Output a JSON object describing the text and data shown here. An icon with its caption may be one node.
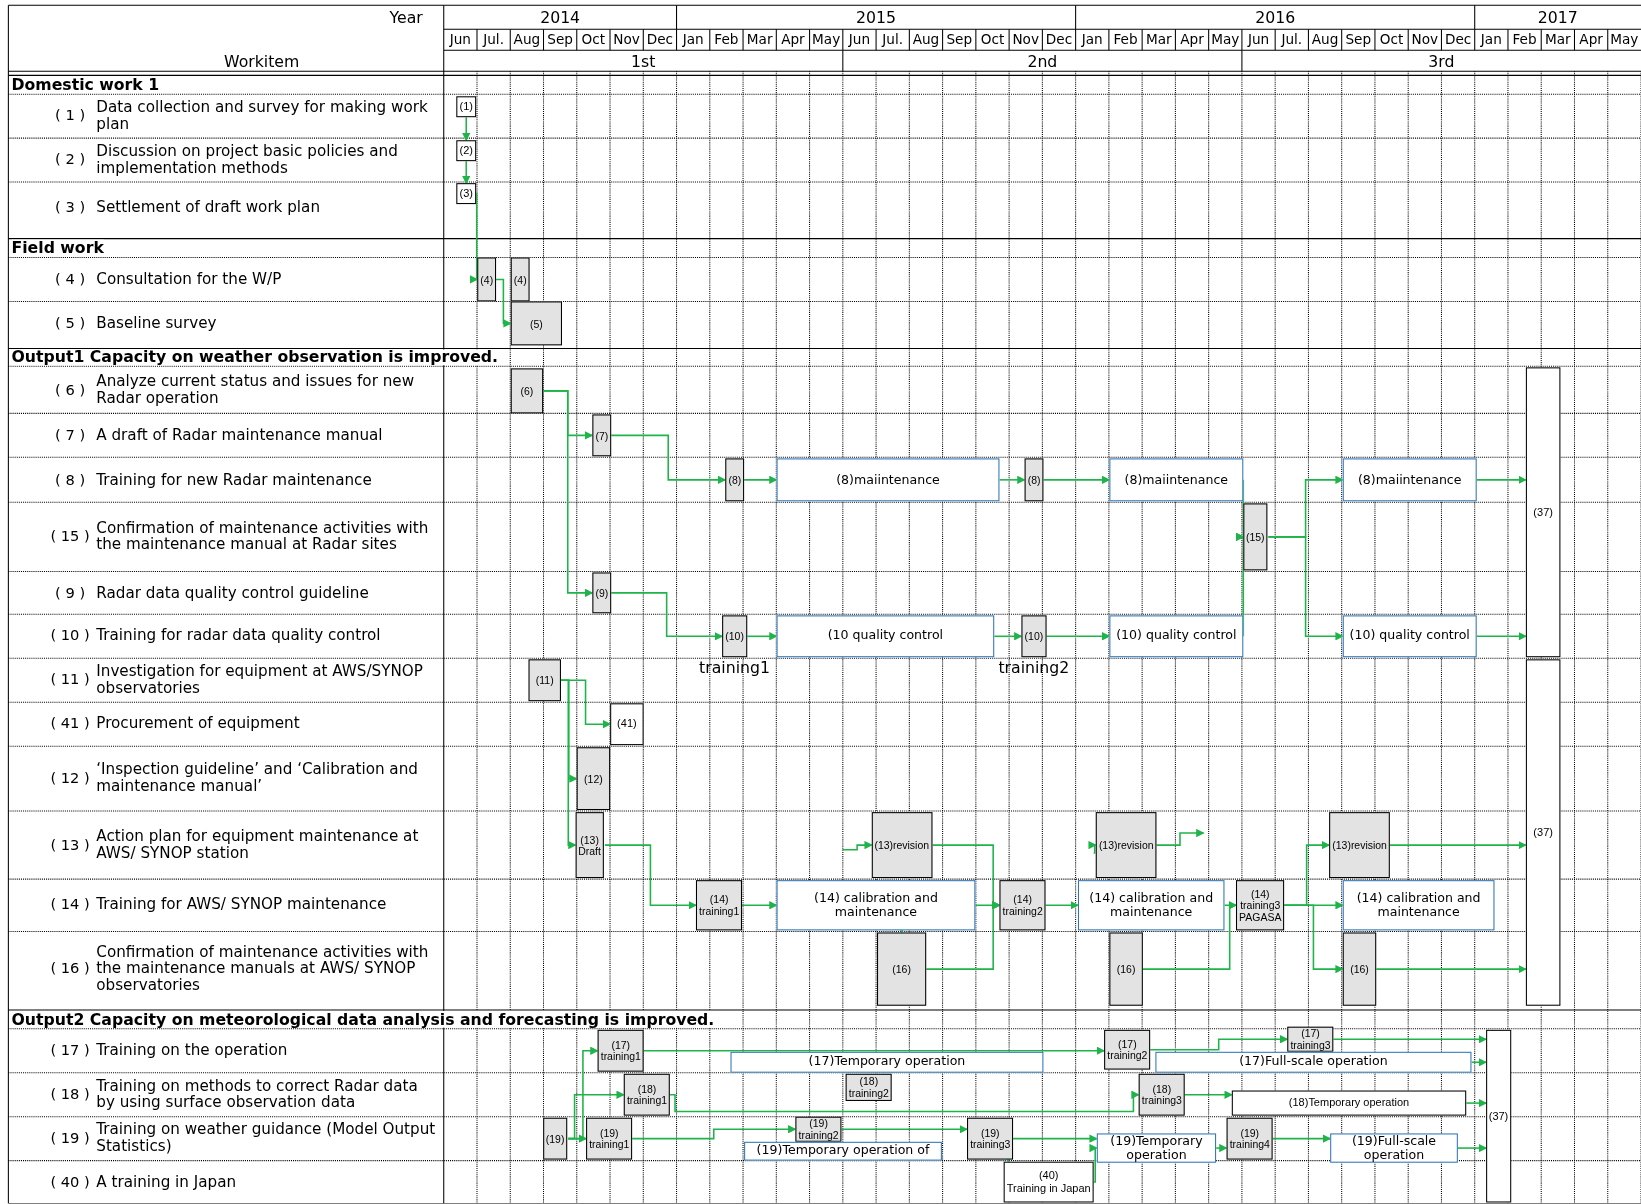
{
  "diagram": {
    "nodes": [
      {
        "text": [
          "(1)"
        ]
      },
      {
        "text": [
          "(2)"
        ]
      },
      {
        "text": [
          "(3)"
        ]
      },
      {
        "text": [
          "(4)"
        ]
      },
      {
        "text": [
          "(4)"
        ]
      },
      {
        "text": [
          "(5)"
        ]
      },
      {
        "text": [
          "(6)"
        ]
      },
      {
        "text": [
          "(7)"
        ]
      },
      {
        "text": [
          "(8)"
        ]
      },
      {
        "text": [
          "(8)maiintenance"
        ]
      },
      {
        "text": [
          "(8)"
        ]
      },
      {
        "text": [
          "(8)maiintenance"
        ]
      },
      {
        "text": [
          "(8)maiintenance"
        ]
      },
      {
        "text": [
          "(15)"
        ]
      },
      {
        "text": [
          "(9)"
        ]
      },
      {
        "text": [
          "(10)"
        ],
        "beside": [
          "training1"
        ]
      },
      {
        "text": [
          "(10 quality control"
        ]
      },
      {
        "text": [
          "(10)"
        ],
        "beside": [
          "training2"
        ]
      },
      {
        "text": [
          "(10) quality control"
        ]
      },
      {
        "text": [
          "(10) quality control"
        ]
      },
      {
        "text": [
          "(37)"
        ]
      },
      {
        "text": [
          "(37)"
        ]
      },
      {
        "text": [
          "(11)"
        ]
      },
      {
        "text": [
          "(41)"
        ]
      },
      {
        "text": [
          "(12)"
        ]
      },
      {
        "text": [
          "(13)",
          "Draft"
        ]
      },
      {
        "text": [
          "(13)revision"
        ]
      },
      {
        "text": [
          "(13)revision"
        ]
      },
      {
        "text": [
          "(13)revision"
        ]
      },
      {
        "text": [
          "(14)",
          "training1"
        ]
      },
      {
        "text": [
          "(14) calibration and maintenance"
        ]
      },
      {
        "text": [
          "(14)",
          "training2"
        ]
      },
      {
        "text": [
          "(14) calibration and maintenance"
        ]
      },
      {
        "text": [
          "(14)",
          "training3",
          "PAGASA"
        ]
      },
      {
        "text": [
          "(14) calibration and maintenance"
        ]
      },
      {
        "text": [
          "(16)"
        ]
      },
      {
        "text": [
          "(16)"
        ]
      },
      {
        "text": [
          "(16)"
        ]
      },
      {
        "text": [
          "(17)",
          "training1"
        ]
      },
      {
        "text": [
          "(17)Temporary operation"
        ]
      },
      {
        "text": [
          "(17)",
          "training2"
        ]
      },
      {
        "text": [
          "(17)",
          "training3"
        ]
      },
      {
        "text": [
          "(17)Full-scale operation"
        ]
      },
      {
        "text": [
          "(18)",
          "training1"
        ]
      },
      {
        "text": [
          "(18)",
          "training2"
        ]
      },
      {
        "text": [
          "(18)",
          "training3"
        ]
      },
      {
        "text": [
          "(18)Temporary operation"
        ]
      },
      {
        "text": [
          "(19)"
        ]
      },
      {
        "text": [
          "(19)",
          "training1"
        ]
      },
      {
        "text": [
          "(19)",
          "training2"
        ]
      },
      {
        "text": [
          "(19)Temporary operation of"
        ]
      },
      {
        "text": [
          "(19)",
          "training3"
        ]
      },
      {
        "text": [
          "(40)",
          "Training in Japan"
        ]
      },
      {
        "text": [
          "(19)Temporary operation"
        ]
      },
      {
        "text": [
          "(19)",
          "training4"
        ]
      },
      {
        "text": [
          "(19)Full-scale operation"
        ]
      },
      {
        "text": [
          "(37)"
        ]
      }
    ],
    "edges": [
      {
        "from": 0,
        "to": 1,
        "arrow": "to"
      },
      {
        "from": 1,
        "to": 2,
        "arrow": "to"
      },
      {
        "from": 2,
        "to": 3,
        "arrow": "to"
      },
      {
        "from": 3,
        "to": 5,
        "arrow": "to"
      },
      {
        "from": 6,
        "to": 7,
        "arrow": "to"
      },
      {
        "from": 6,
        "to": 14,
        "arrow": "to"
      },
      {
        "from": 7,
        "to": 8,
        "arrow": "to"
      },
      {
        "from": 8,
        "to": 9,
        "arrow": "to"
      },
      {
        "from": 9,
        "to": 10,
        "arrow": "to"
      },
      {
        "from": 10,
        "to": 11,
        "arrow": "to"
      },
      {
        "from": 11,
        "to": 13,
        "arrow": "to"
      },
      {
        "from": 18,
        "to": 13,
        "arrow": "to"
      },
      {
        "from": 13,
        "to": 12,
        "arrow": "to"
      },
      {
        "from": 13,
        "to": 19,
        "arrow": "to"
      },
      {
        "from": 12,
        "to": 20,
        "arrow": "to"
      },
      {
        "from": 14,
        "to": 15,
        "arrow": "to"
      },
      {
        "from": 15,
        "to": 16,
        "arrow": "to"
      },
      {
        "from": 16,
        "to": 17,
        "arrow": "to"
      },
      {
        "from": 17,
        "to": 18,
        "arrow": "to"
      },
      {
        "from": 19,
        "to": 20,
        "arrow": "to"
      },
      {
        "from": 22,
        "to": 23,
        "arrow": "to"
      },
      {
        "from": 22,
        "to": 24,
        "arrow": "to"
      },
      {
        "from": 22,
        "to": 25,
        "arrow": "to"
      },
      {
        "from": 25,
        "to": 29,
        "arrow": "to"
      },
      {
        "from": 29,
        "to": 30,
        "arrow": "to"
      },
      {
        "from": 30,
        "to": 35,
        "arrow": "to"
      },
      {
        "from": null,
        "to": 26,
        "arrow": "to"
      },
      {
        "from": 26,
        "to": 31,
        "arrow": "to"
      },
      {
        "from": 35,
        "to": 31,
        "arrow": "to"
      },
      {
        "from": 30,
        "to": 31,
        "arrow": "to"
      },
      {
        "from": 31,
        "to": 32,
        "arrow": "to"
      },
      {
        "from": null,
        "to": 27,
        "arrow": "to"
      },
      {
        "from": 27,
        "to": null,
        "arrow": "to"
      },
      {
        "from": 36,
        "to": 33,
        "arrow": "to"
      },
      {
        "from": 32,
        "to": 33,
        "arrow": "to"
      },
      {
        "from": 33,
        "to": 28,
        "arrow": "to"
      },
      {
        "from": 33,
        "to": 34,
        "arrow": "to"
      },
      {
        "from": 33,
        "to": 37,
        "arrow": "to"
      },
      {
        "from": 28,
        "to": 21,
        "arrow": "to"
      },
      {
        "from": 37,
        "to": 21,
        "arrow": "to"
      },
      {
        "from": 47,
        "to": 38,
        "arrow": "to"
      },
      {
        "from": 47,
        "to": 43,
        "arrow": "to"
      },
      {
        "from": 47,
        "to": 48,
        "arrow": "to"
      },
      {
        "from": 38,
        "to": 40,
        "arrow": "to"
      },
      {
        "from": 40,
        "to": 41,
        "arrow": "to"
      },
      {
        "from": 41,
        "to": 56,
        "arrow": "to"
      },
      {
        "from": 42,
        "to": 56,
        "arrow": "to"
      },
      {
        "from": 43,
        "to": 45,
        "arrow": "to"
      },
      {
        "from": 45,
        "to": 46,
        "arrow": "to"
      },
      {
        "from": 46,
        "to": 56,
        "arrow": "to"
      },
      {
        "from": 48,
        "to": 49,
        "arrow": "to"
      },
      {
        "from": 49,
        "to": 51,
        "arrow": "to"
      },
      {
        "from": 51,
        "to": 52,
        "arrow": "to"
      },
      {
        "from": 51,
        "to": 53,
        "arrow": "to"
      },
      {
        "from": 52,
        "to": 53,
        "arrow": "to"
      },
      {
        "from": 53,
        "to": 54,
        "arrow": "to"
      },
      {
        "from": 54,
        "to": 55,
        "arrow": "to"
      },
      {
        "from": 55,
        "to": 56,
        "arrow": "to"
      }
    ],
    "labels": [
      "Year",
      "2014",
      "2015",
      "2016",
      "2017",
      "Jun",
      "Jul.",
      "Aug",
      "Sep",
      "Oct",
      "Nov",
      "Dec",
      "Jan",
      "Feb",
      "Mar",
      "Apr",
      "May",
      "Jun",
      "Jul.",
      "Aug",
      "Sep",
      "Oct",
      "Nov",
      "Dec",
      "Jan",
      "Feb",
      "Mar",
      "Apr",
      "May",
      "Jun",
      "Jul.",
      "Aug",
      "Sep",
      "Oct",
      "Nov",
      "Dec",
      "Jan",
      "Feb",
      "Mar",
      "Apr",
      "May",
      "Workitem",
      "1st",
      "2nd",
      "3rd",
      "Domestic work 1",
      "( 1 )",
      "Data collection and survey for making work plan",
      "( 2 )",
      "Discussion on project basic policies and implementation methods",
      "( 3 )",
      "Settlement of draft work plan",
      "Field work",
      "( 4 )",
      "Consultation for the W/P",
      "( 5 )",
      "Baseline survey",
      "Output1 Capacity on weather observation is improved.",
      "( 6 )",
      "Analyze current status and issues for new Radar operation",
      "( 7 )",
      "A draft of Radar maintenance manual",
      "( 8 )",
      "Training for new Radar maintenance",
      "( 15 )",
      "Confirmation of maintenance activities with the maintenance manual at Radar sites",
      "( 9 )",
      "Radar data quality control guideline",
      "( 10 )",
      "Training for radar data quality control",
      "( 11 )",
      "Investigation for equipment at AWS/SYNOP observatories",
      "( 41 )",
      "Procurement of equipment",
      "( 12 )",
      "‘Inspection guideline’ and ‘Calibration and maintenance manual’",
      "( 13 )",
      "Action plan for equipment maintenance at AWS/ SYNOP station",
      "( 14 )",
      "Training for AWS/ SYNOP maintenance",
      "( 16 )",
      "Confirmation of maintenance activities with the maintenance manuals at AWS/ SYNOP observatories",
      "Output2 Capacity on meteorological data analysis and forecasting is improved.",
      "( 17 )",
      "Training on the operation",
      "( 18 )",
      "Training on methods to correct Radar data by using surface observation data",
      "( 19 )",
      "Training on weather guidance (Model Output Statistics)",
      "( 40 )",
      "A training in Japan"
    ]
  }
}
